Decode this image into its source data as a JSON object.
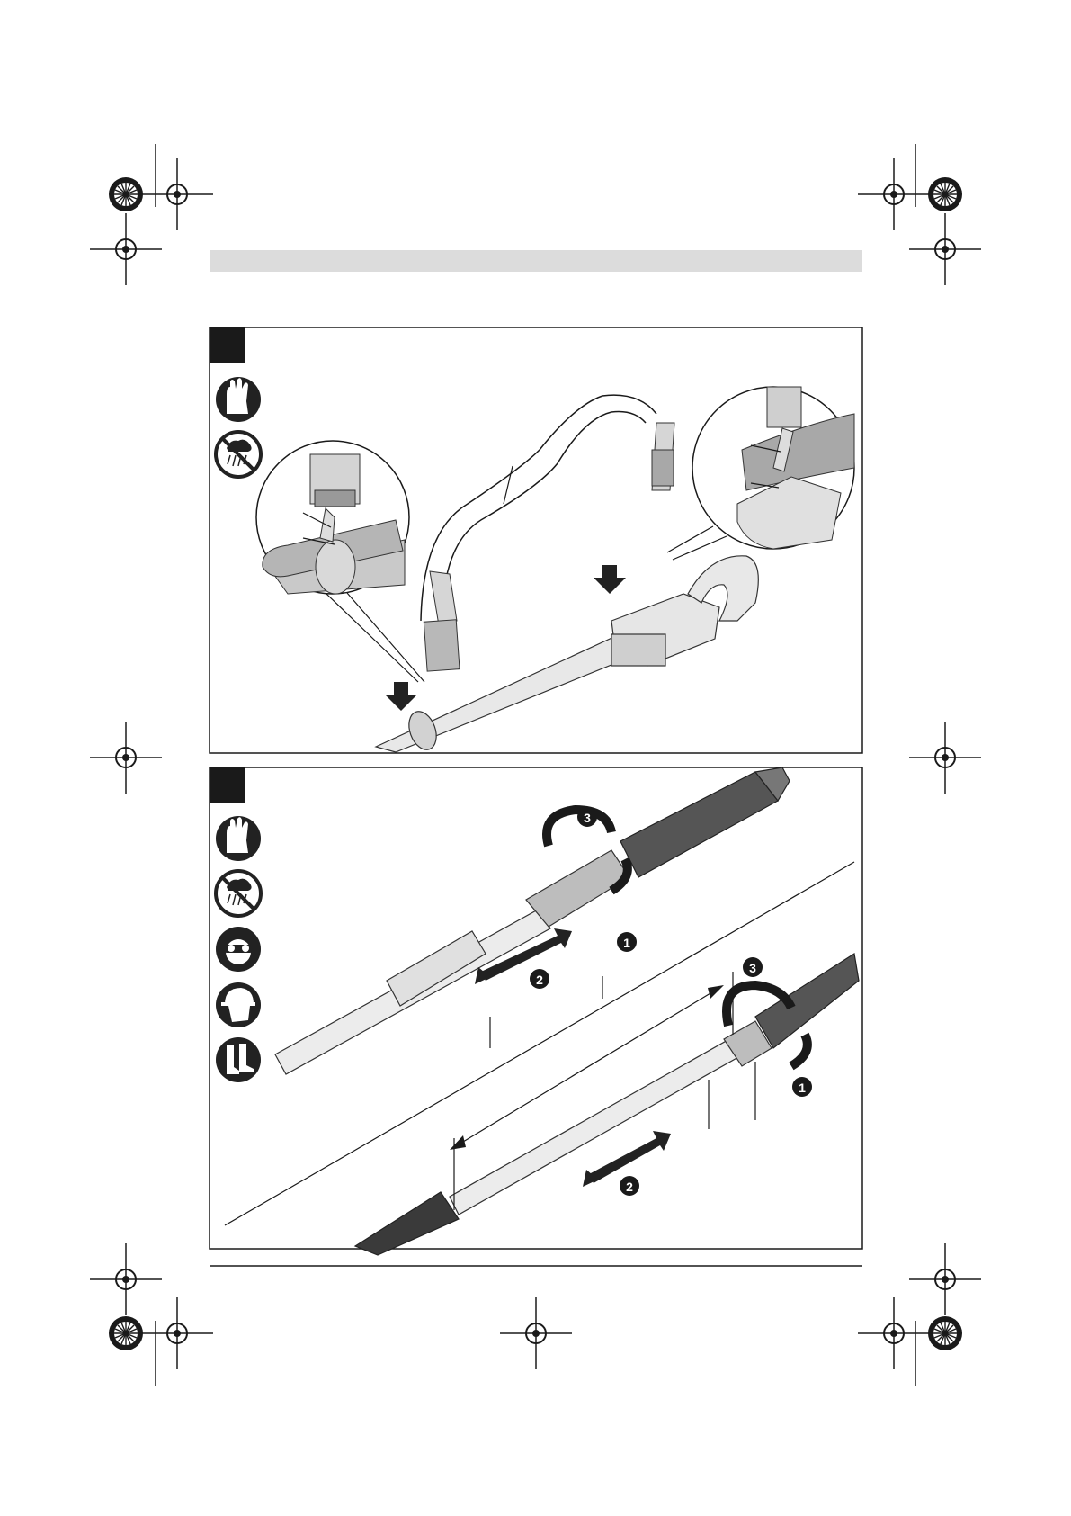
{
  "page": {
    "header_bar_text": "",
    "figures": [
      {
        "id": "figure-a",
        "badge_label": "",
        "steps": [],
        "safety_icons": [
          "gloves-icon",
          "no-rain-icon"
        ]
      },
      {
        "id": "figure-b",
        "badge_label": "",
        "steps": [
          "1",
          "2",
          "3",
          "1",
          "2",
          "3"
        ],
        "safety_icons": [
          "gloves-icon",
          "no-rain-icon",
          "safety-glasses-icon",
          "helmet-icon",
          "boots-icon"
        ]
      }
    ]
  },
  "colors": {
    "line": "#1a1a1a",
    "header_bar": "#dcdcdc",
    "tool_fill": "#e8e8e8",
    "tool_dark": "#9a9a9a",
    "icon_fill": "#222222"
  }
}
